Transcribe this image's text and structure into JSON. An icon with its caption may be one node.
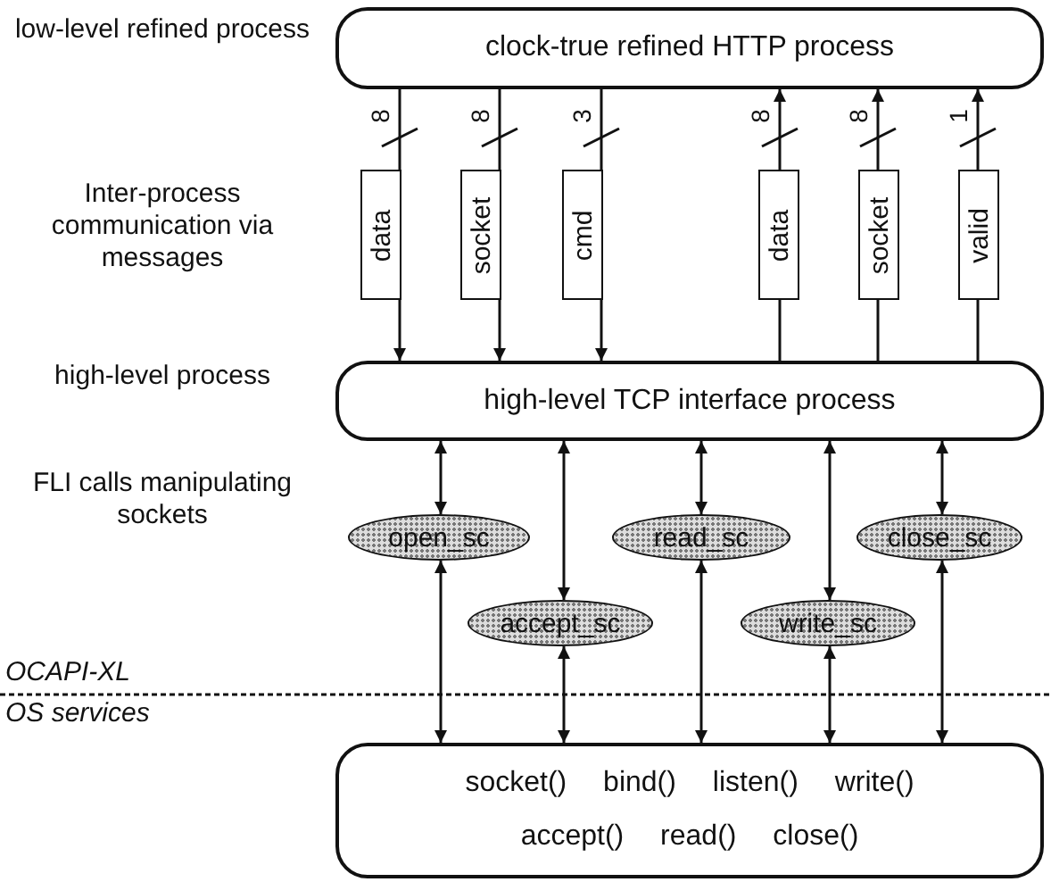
{
  "diagram": {
    "nodes": [
      {
        "text": [
          "clock-true refined HTTP process"
        ]
      },
      {
        "text": [
          "data"
        ]
      },
      {
        "text": [
          "socket"
        ]
      },
      {
        "text": [
          "cmd"
        ]
      },
      {
        "text": [
          "data"
        ]
      },
      {
        "text": [
          "socket"
        ]
      },
      {
        "text": [
          "valid"
        ]
      },
      {
        "text": [
          "high-level TCP interface process"
        ]
      },
      {
        "text": [
          "open_sc"
        ]
      },
      {
        "text": [
          "accept_sc"
        ]
      },
      {
        "text": [
          "read_sc"
        ]
      },
      {
        "text": [
          "write_sc"
        ]
      },
      {
        "text": [
          "close_sc"
        ]
      },
      {
        "text": [
          "socket() bind() listen() write()",
          "accept() read() close()"
        ]
      }
    ],
    "edges": [
      {
        "from": 0,
        "to": 1,
        "arrow": "none",
        "label": "8"
      },
      {
        "from": 1,
        "to": 7,
        "arrow": "to"
      },
      {
        "from": 0,
        "to": 2,
        "arrow": "none",
        "label": "8"
      },
      {
        "from": 2,
        "to": 7,
        "arrow": "to"
      },
      {
        "from": 0,
        "to": 3,
        "arrow": "none",
        "label": "3"
      },
      {
        "from": 3,
        "to": 7,
        "arrow": "to"
      },
      {
        "from": 7,
        "to": 4,
        "arrow": "none"
      },
      {
        "from": 4,
        "to": 0,
        "arrow": "to",
        "label": "8"
      },
      {
        "from": 7,
        "to": 5,
        "arrow": "none"
      },
      {
        "from": 5,
        "to": 0,
        "arrow": "to",
        "label": "8"
      },
      {
        "from": 7,
        "to": 6,
        "arrow": "none"
      },
      {
        "from": 6,
        "to": 0,
        "arrow": "to",
        "label": "1"
      },
      {
        "from": 7,
        "to": 8,
        "arrow": "both"
      },
      {
        "from": 8,
        "to": 13,
        "arrow": "both"
      },
      {
        "from": 7,
        "to": 9,
        "arrow": "both"
      },
      {
        "from": 9,
        "to": 13,
        "arrow": "both"
      },
      {
        "from": 7,
        "to": 10,
        "arrow": "both"
      },
      {
        "from": 10,
        "to": 13,
        "arrow": "both"
      },
      {
        "from": 7,
        "to": 11,
        "arrow": "both"
      },
      {
        "from": 11,
        "to": 13,
        "arrow": "both"
      },
      {
        "from": 7,
        "to": 12,
        "arrow": "both"
      },
      {
        "from": 12,
        "to": 13,
        "arrow": "both"
      }
    ],
    "labels": [
      "low-level refined process",
      "Inter-process communication via messages",
      "high-level process",
      "FLI calls manipulating sockets",
      "OCAPI-XL",
      "OS services"
    ]
  }
}
